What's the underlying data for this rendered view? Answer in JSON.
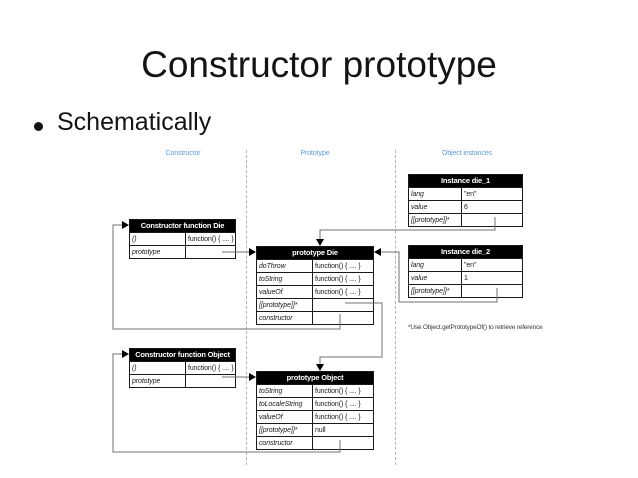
{
  "slide": {
    "title": "Constructor prototype",
    "bullet": "Schematically"
  },
  "diagram": {
    "columns": [
      {
        "label": "Constructor"
      },
      {
        "label": "Prototype"
      },
      {
        "label": "Object instances"
      }
    ],
    "note": "*Use Object.getPrototypeOf() to retrieve reference",
    "tables": {
      "ctor_die": {
        "title": "Constructor function Die",
        "rows": [
          {
            "name": "()",
            "value": "function() { .... }"
          },
          {
            "name": "prototype",
            "value": ""
          }
        ]
      },
      "proto_die": {
        "title": "prototype Die",
        "rows": [
          {
            "name": "doThrow",
            "value": "function() { .... }"
          },
          {
            "name": "toString",
            "value": "function() { .... }"
          },
          {
            "name": "valueOf",
            "value": "function() { .... }"
          },
          {
            "name": "[[prototype]]*",
            "value": ""
          },
          {
            "name": "constructor",
            "value": ""
          }
        ]
      },
      "inst1": {
        "title": "Instance die_1",
        "rows": [
          {
            "name": "lang",
            "value": "\"en\""
          },
          {
            "name": "value",
            "value": "6"
          },
          {
            "name": "[[prototype]]*",
            "value": ""
          }
        ]
      },
      "inst2": {
        "title": "Instance die_2",
        "rows": [
          {
            "name": "lang",
            "value": "\"en\""
          },
          {
            "name": "value",
            "value": "1"
          },
          {
            "name": "[[prototype]]*",
            "value": ""
          }
        ]
      },
      "ctor_obj": {
        "title": "Constructor function Object",
        "rows": [
          {
            "name": "()",
            "value": "function() { .... }"
          },
          {
            "name": "prototype",
            "value": ""
          }
        ]
      },
      "proto_obj": {
        "title": "prototype Object",
        "rows": [
          {
            "name": "toString",
            "value": "function() { .... }"
          },
          {
            "name": "toLocaleString",
            "value": "function() { .... }"
          },
          {
            "name": "valueOf",
            "value": "function() { .... }"
          },
          {
            "name": "[[prototype]]*",
            "value": "null"
          },
          {
            "name": "constructor",
            "value": ""
          }
        ]
      }
    },
    "colors": {
      "column_label": "#5b9bd5",
      "table_header_bg": "#000000",
      "table_header_text": "#ffffff",
      "table_border": "#1a1a1a",
      "connector_line": "#707070",
      "arrowhead": "#000000",
      "divider_dash": "#b3b3b3"
    }
  }
}
